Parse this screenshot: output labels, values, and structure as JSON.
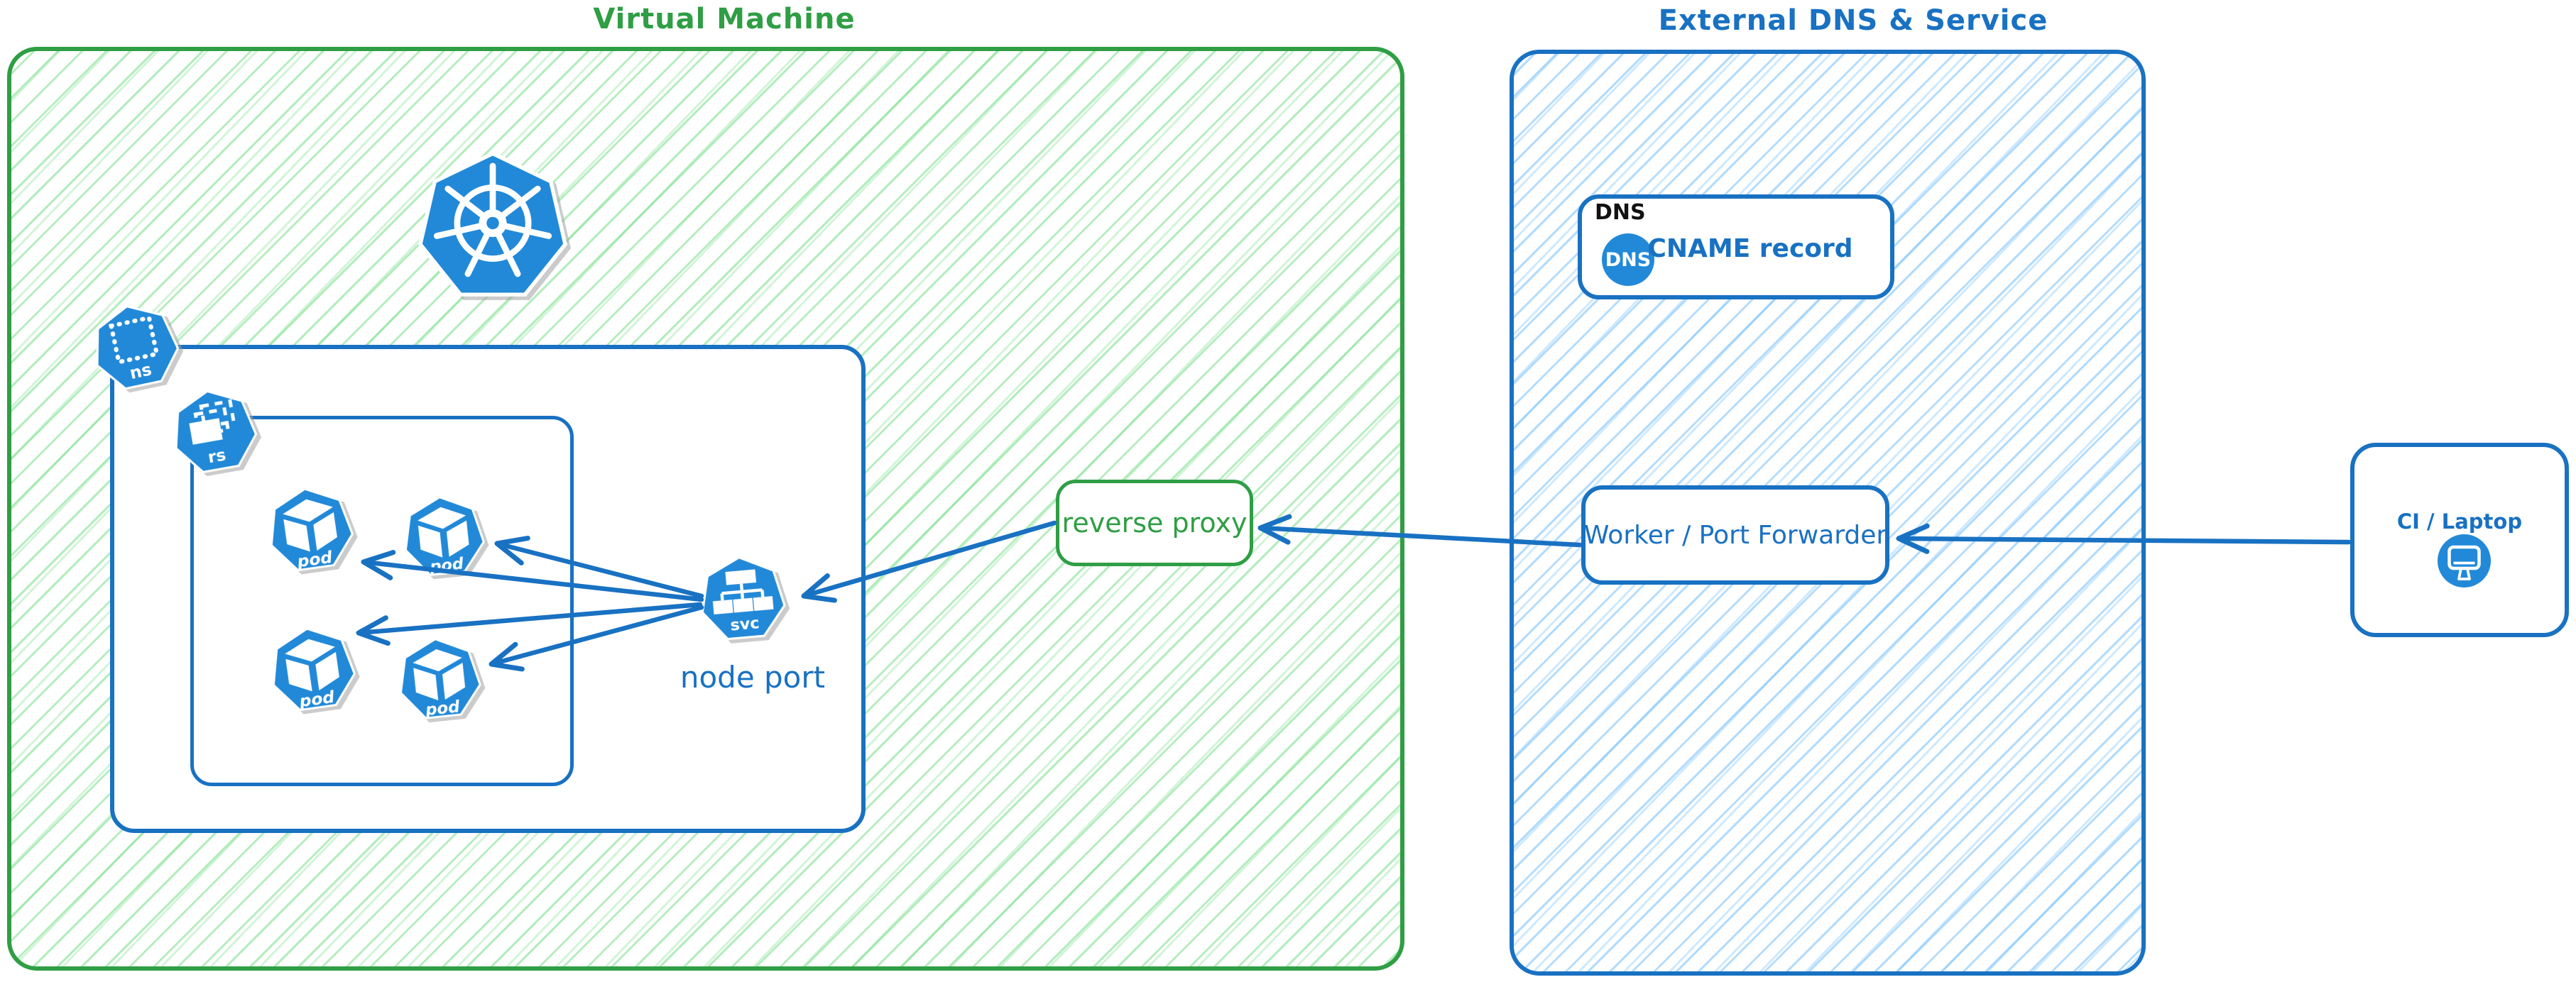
{
  "colors": {
    "green_stroke": "#2f9e44",
    "green_hatch": "#69db7c",
    "blue_stroke": "#1971c2",
    "blue_hatch": "#74c0fc",
    "icon_blue": "#2289d8",
    "dns_tag_color": "#111111",
    "card_bg": "#ffffff"
  },
  "vm": {
    "title": "Virtual Machine",
    "namespace": {
      "label": "ns"
    },
    "replicaset": {
      "label": "rs"
    },
    "pods": [
      {
        "label": "pod"
      },
      {
        "label": "pod"
      },
      {
        "label": "pod"
      },
      {
        "label": "pod"
      }
    ],
    "service": {
      "label": "svc",
      "caption": "node port"
    }
  },
  "reverse_proxy": {
    "label": "reverse proxy"
  },
  "external": {
    "title": "External DNS & Service",
    "dns": {
      "tag": "DNS",
      "badge": "DNS",
      "label": "CNAME record"
    },
    "worker": {
      "label": "Worker / Port Forwarder"
    }
  },
  "client": {
    "label": "CI / Laptop"
  },
  "icons": {
    "kubernetes_logo": "blue-heptagon-ship-wheel",
    "namespace_icon": "blue-heptagon-dotted-square",
    "replicaset_icon": "blue-heptagon-stacked-rectangles",
    "pod_icon": "blue-heptagon-cube",
    "service_icon": "blue-heptagon-node-tree",
    "dns_icon": "blue-circle-dns",
    "laptop_icon": "blue-circle-monitor",
    "arrow": "blue-chevron-arrow"
  }
}
